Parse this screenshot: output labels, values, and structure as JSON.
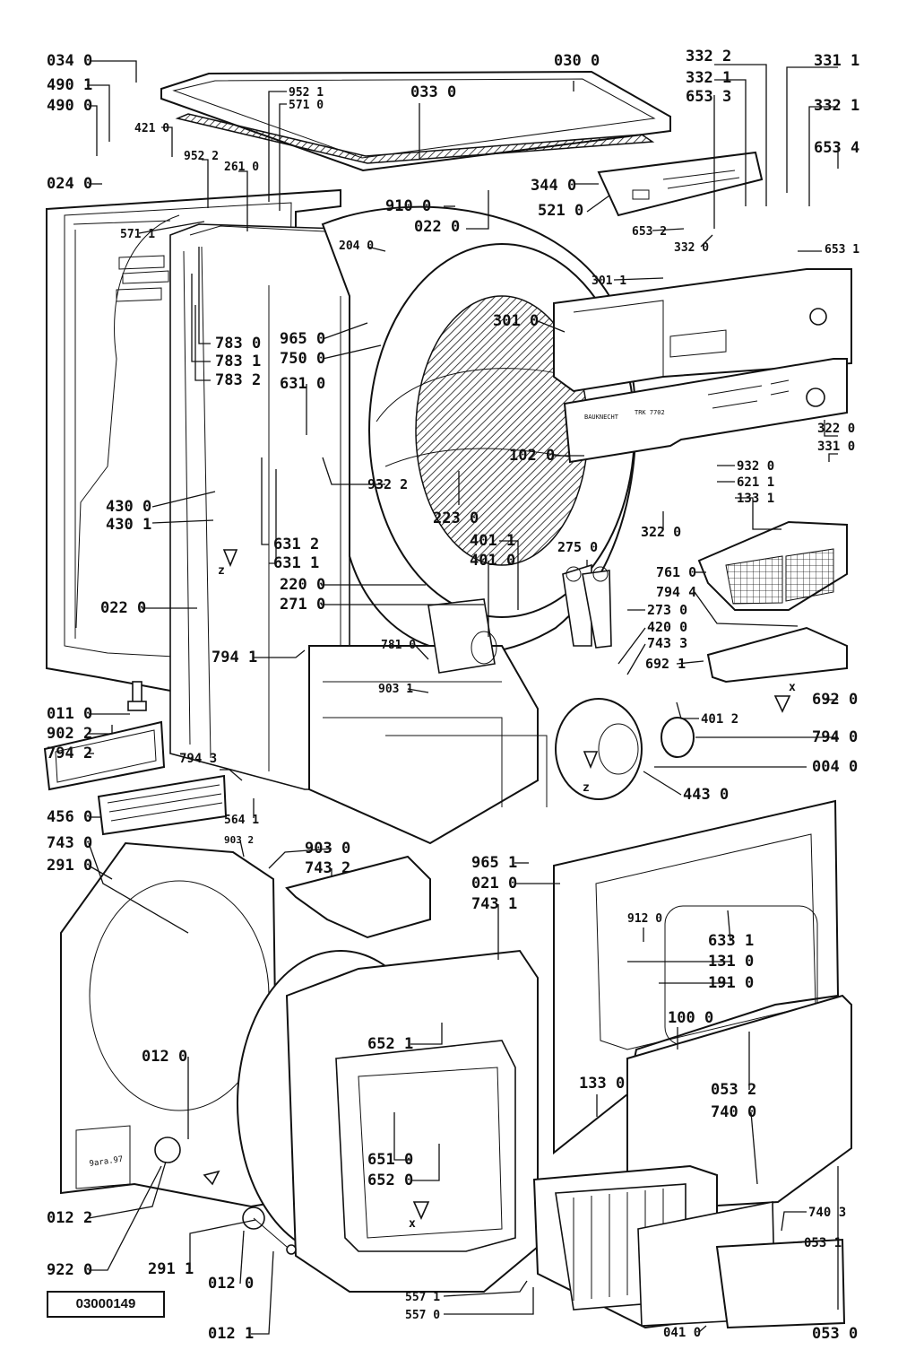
{
  "document_code": "03000149",
  "labels": [
    {
      "id": "l-034-0",
      "text": "034 0"
    },
    {
      "id": "l-490-1",
      "text": "490 1"
    },
    {
      "id": "l-490-0",
      "text": "490 0"
    },
    {
      "id": "l-421-0",
      "text": "421 0"
    },
    {
      "id": "l-024-0",
      "text": "024 0"
    },
    {
      "id": "l-952-2",
      "text": "952 2"
    },
    {
      "id": "l-261-0",
      "text": "261 0"
    },
    {
      "id": "l-952-1",
      "text": "952 1"
    },
    {
      "id": "l-571-0",
      "text": "571 0"
    },
    {
      "id": "l-033-0",
      "text": "033 0"
    },
    {
      "id": "l-030-0",
      "text": "030 0"
    },
    {
      "id": "l-332-2",
      "text": "332 2"
    },
    {
      "id": "l-332-1a",
      "text": "332 1"
    },
    {
      "id": "l-653-3",
      "text": "653 3"
    },
    {
      "id": "l-331-1",
      "text": "331 1"
    },
    {
      "id": "l-332-1b",
      "text": "332 1"
    },
    {
      "id": "l-653-4",
      "text": "653 4"
    },
    {
      "id": "l-344-0",
      "text": "344 0"
    },
    {
      "id": "l-910-0",
      "text": "910 0"
    },
    {
      "id": "l-022-0a",
      "text": "022 0"
    },
    {
      "id": "l-521-0",
      "text": "521 0"
    },
    {
      "id": "l-653-2",
      "text": "653 2"
    },
    {
      "id": "l-332-0",
      "text": "332 0"
    },
    {
      "id": "l-653-1",
      "text": "653 1"
    },
    {
      "id": "l-571-1",
      "text": "571 1"
    },
    {
      "id": "l-204-0",
      "text": "204 0"
    },
    {
      "id": "l-301-1",
      "text": "301 1"
    },
    {
      "id": "l-783-0",
      "text": "783 0"
    },
    {
      "id": "l-965-0",
      "text": "965 0"
    },
    {
      "id": "l-301-0",
      "text": "301 0"
    },
    {
      "id": "l-783-1",
      "text": "783 1"
    },
    {
      "id": "l-750-0",
      "text": "750 0"
    },
    {
      "id": "l-783-2",
      "text": "783 2"
    },
    {
      "id": "l-631-0",
      "text": "631 0"
    },
    {
      "id": "l-102-0",
      "text": "102 0"
    },
    {
      "id": "l-322-0a",
      "text": "322 0"
    },
    {
      "id": "l-331-0",
      "text": "331 0"
    },
    {
      "id": "l-932-2",
      "text": "932 2"
    },
    {
      "id": "l-932-0",
      "text": "932 0"
    },
    {
      "id": "l-621-1",
      "text": "621 1"
    },
    {
      "id": "l-430-0",
      "text": "430 0"
    },
    {
      "id": "l-223-0",
      "text": "223 0"
    },
    {
      "id": "l-133-1",
      "text": "133 1"
    },
    {
      "id": "l-430-1",
      "text": "430 1"
    },
    {
      "id": "l-322-0b",
      "text": "322 0"
    },
    {
      "id": "l-401-1",
      "text": "401 1"
    },
    {
      "id": "l-401-0",
      "text": "401 0"
    },
    {
      "id": "l-275-0",
      "text": "275 0"
    },
    {
      "id": "l-631-2",
      "text": "631 2"
    },
    {
      "id": "l-631-1",
      "text": "631 1"
    },
    {
      "id": "l-761-0",
      "text": "761 0"
    },
    {
      "id": "l-220-0",
      "text": "220 0"
    },
    {
      "id": "l-794-4",
      "text": "794 4"
    },
    {
      "id": "l-022-0b",
      "text": "022 0"
    },
    {
      "id": "l-271-0",
      "text": "271 0"
    },
    {
      "id": "l-273-0",
      "text": "273 0"
    },
    {
      "id": "l-420-0",
      "text": "420 0"
    },
    {
      "id": "l-743-3",
      "text": "743 3"
    },
    {
      "id": "l-781-0",
      "text": "781 0"
    },
    {
      "id": "l-794-1",
      "text": "794 1"
    },
    {
      "id": "l-692-1",
      "text": "692 1"
    },
    {
      "id": "l-692-0",
      "text": "692 0"
    },
    {
      "id": "l-011-0",
      "text": "011 0"
    },
    {
      "id": "l-903-1",
      "text": "903 1"
    },
    {
      "id": "l-401-2",
      "text": "401 2"
    },
    {
      "id": "l-902-2",
      "text": "902 2"
    },
    {
      "id": "l-794-2",
      "text": "794 2"
    },
    {
      "id": "l-794-0",
      "text": "794 0"
    },
    {
      "id": "l-004-0",
      "text": "004 0"
    },
    {
      "id": "l-794-3",
      "text": "794 3"
    },
    {
      "id": "l-443-0",
      "text": "443 0"
    },
    {
      "id": "l-456-0",
      "text": "456 0"
    },
    {
      "id": "l-564-1",
      "text": "564 1"
    },
    {
      "id": "l-903-2",
      "text": "903 2"
    },
    {
      "id": "l-743-0",
      "text": "743 0"
    },
    {
      "id": "l-903-0",
      "text": "903 0"
    },
    {
      "id": "l-743-2",
      "text": "743 2"
    },
    {
      "id": "l-291-0",
      "text": "291 0"
    },
    {
      "id": "l-965-1",
      "text": "965 1"
    },
    {
      "id": "l-021-0",
      "text": "021 0"
    },
    {
      "id": "l-743-1",
      "text": "743 1"
    },
    {
      "id": "l-912-0",
      "text": "912 0"
    },
    {
      "id": "l-633-1",
      "text": "633 1"
    },
    {
      "id": "l-131-0",
      "text": "131 0"
    },
    {
      "id": "l-191-0",
      "text": "191 0"
    },
    {
      "id": "l-100-0",
      "text": "100 0"
    },
    {
      "id": "l-652-1",
      "text": "652 1"
    },
    {
      "id": "l-012-0a",
      "text": "012 0"
    },
    {
      "id": "l-133-0",
      "text": "133 0"
    },
    {
      "id": "l-053-2",
      "text": "053 2"
    },
    {
      "id": "l-740-0",
      "text": "740 0"
    },
    {
      "id": "l-651-0",
      "text": "651 0"
    },
    {
      "id": "l-652-0",
      "text": "652 0"
    },
    {
      "id": "l-740-3",
      "text": "740 3"
    },
    {
      "id": "l-012-2",
      "text": "012 2"
    },
    {
      "id": "l-053-1",
      "text": "053 1"
    },
    {
      "id": "l-922-0",
      "text": "922 0"
    },
    {
      "id": "l-291-1",
      "text": "291 1"
    },
    {
      "id": "l-012-0b",
      "text": "012 0"
    },
    {
      "id": "l-557-1",
      "text": "557 1"
    },
    {
      "id": "l-557-0",
      "text": "557 0"
    },
    {
      "id": "l-012-1",
      "text": "012 1"
    },
    {
      "id": "l-041-0",
      "text": "041 0"
    },
    {
      "id": "l-053-0",
      "text": "053 0"
    }
  ],
  "markers": [
    {
      "id": "m-z1",
      "text": "z"
    },
    {
      "id": "m-z2",
      "text": "z"
    },
    {
      "id": "m-x1",
      "text": "x"
    },
    {
      "id": "m-x2",
      "text": "x"
    }
  ],
  "panel_text": {
    "brand": "BAUKNECHT",
    "model": "TRK 7702",
    "service_mark": "9ara.97"
  }
}
